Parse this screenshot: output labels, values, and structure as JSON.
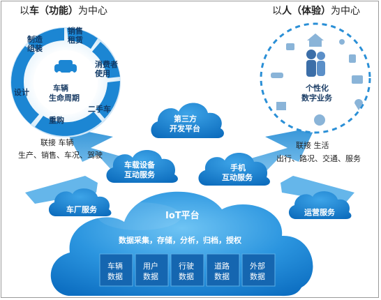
{
  "left": {
    "title_prefix": "以",
    "title_strong": "车（功能）",
    "title_suffix": "为中心",
    "center_line1": "车辆",
    "center_line2": "生命周期",
    "segments": [
      "制造组装",
      "销售租赁",
      "消费者使用",
      "二手车",
      "重购",
      "设计"
    ],
    "connect": "联接  车辆",
    "items": "生产、销售、车况、驾驶"
  },
  "right": {
    "title_prefix": "以",
    "title_strong": "人（体验）",
    "title_suffix": "为中心",
    "center_line1": "个性化",
    "center_line2": "数字业务",
    "connect": "联接  生活",
    "items": "出行、路况、交通、服务"
  },
  "clouds": {
    "third_party_1": "第三方",
    "third_party_2": "开发平台",
    "vehicle_1": "车载设备",
    "vehicle_2": "互动服务",
    "mobile_1": "手机",
    "mobile_2": "互动服务",
    "oem": "车厂服务",
    "ops": "运营服务"
  },
  "platform": {
    "title": "IoT平台",
    "functions": "数据采集，存储，分析，归档，授权",
    "boxes": [
      {
        "line1": "车辆",
        "line2": "数据"
      },
      {
        "line1": "用户",
        "line2": "数据"
      },
      {
        "line1": "行驶",
        "line2": "数据"
      },
      {
        "line1": "道路",
        "line2": "数据"
      },
      {
        "line1": "外部",
        "line2": "数据"
      }
    ]
  },
  "colors": {
    "cloud_dark": "#0b78c9",
    "cloud_light": "#5ab6ef",
    "cycle_blue": "#1c86d3",
    "arrow_blue": "#3f9fd9",
    "data_box": "#1566b0"
  }
}
